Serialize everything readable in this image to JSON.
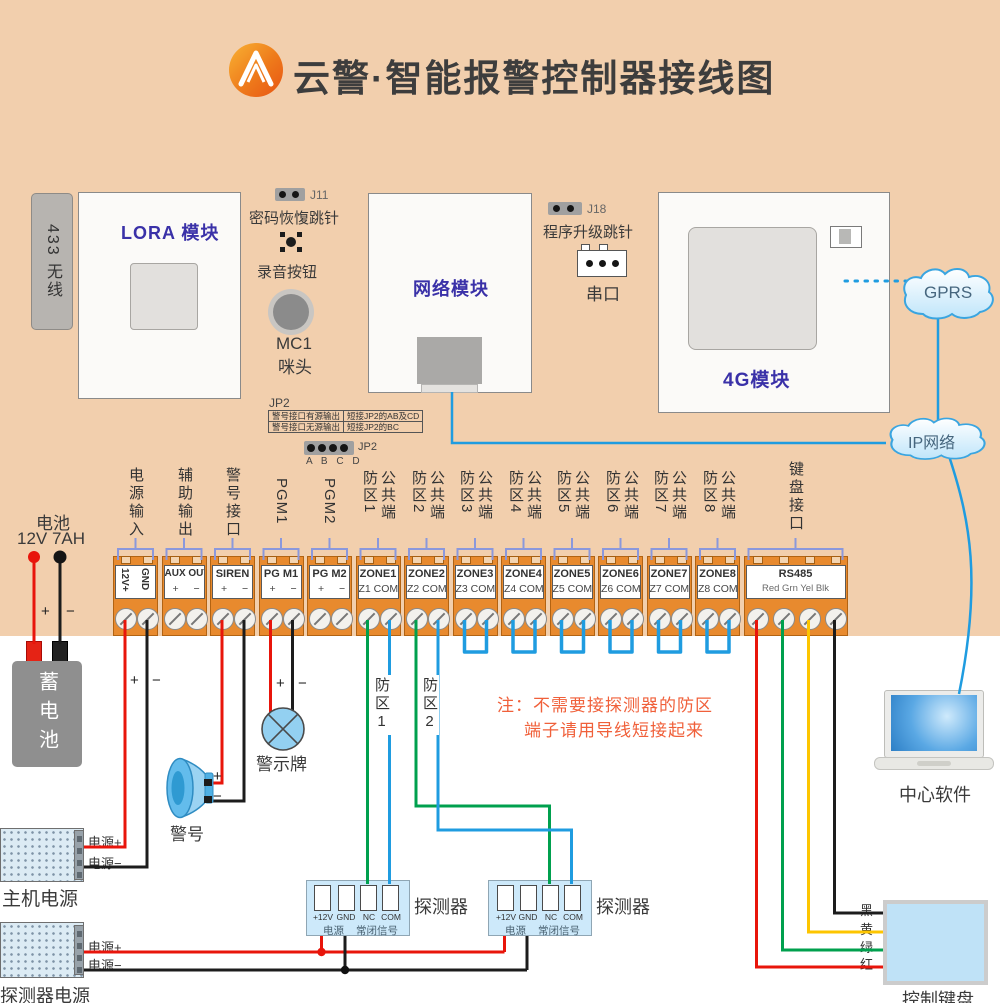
{
  "title": "云警·智能报警控制器接线图",
  "signs": {
    "plus": "+",
    "minus": "−"
  },
  "left_panel": {
    "radio": "433 无线",
    "lora": "LORA 模块"
  },
  "top_small": {
    "j11": "J11",
    "pwd_jumper": "密码恢愎跳针",
    "record_btn": "录音按钮",
    "mic1": "MC1",
    "mic2": "咪头",
    "j18": "J18",
    "upgrade_jumper": "程序升级跳针",
    "serial": "串口"
  },
  "network_module": "网络模块",
  "g4_module": "4G模块",
  "clouds": {
    "gprs": "GPRS",
    "ip": "IP网络"
  },
  "jp2": {
    "title": "JP2",
    "rows": [
      [
        "警号接口有源输出",
        "短接JP2的AB及CD"
      ],
      [
        "警号接口无源输出",
        "短接JP2的BC"
      ]
    ],
    "jumper": "JP2",
    "pins": "A B C D"
  },
  "headers": [
    {
      "text": "电源输入"
    },
    {
      "text": "辅助输出"
    },
    {
      "text": "警号接口"
    },
    {
      "text": "PGM1"
    },
    {
      "text": "PGM2"
    },
    {
      "left": "防区1",
      "right": "公共端"
    },
    {
      "left": "防区2",
      "right": "公共端"
    },
    {
      "left": "防区3",
      "right": "公共端"
    },
    {
      "left": "防区4",
      "right": "公共端"
    },
    {
      "left": "防区5",
      "right": "公共端"
    },
    {
      "left": "防区6",
      "right": "公共端"
    },
    {
      "left": "防区7",
      "right": "公共端"
    },
    {
      "left": "防区8",
      "right": "公共端"
    },
    {
      "text": "键盘接口"
    }
  ],
  "blocks": [
    {
      "line1": "12V+",
      "line2": "GND"
    },
    {
      "line1": "AUX OUT"
    },
    {
      "line1": "SIREN"
    },
    {
      "line1": "PG M1"
    },
    {
      "line1": "PG M2"
    },
    {
      "line1": "ZONE1",
      "line2": "Z1 COM"
    },
    {
      "line1": "ZONE2",
      "line2": "Z2 COM"
    },
    {
      "line1": "ZONE3",
      "line2": "Z3 COM"
    },
    {
      "line1": "ZONE4",
      "line2": "Z4 COM"
    },
    {
      "line1": "ZONE5",
      "line2": "Z5 COM"
    },
    {
      "line1": "ZONE6",
      "line2": "Z6 COM"
    },
    {
      "line1": "ZONE7",
      "line2": "Z7 COM"
    },
    {
      "line1": "ZONE8",
      "line2": "Z8 COM"
    },
    {
      "line1": "RS485",
      "line2": "Red Grn Yel Blk"
    }
  ],
  "battery": {
    "title1": "电池",
    "title2": "12V 7AH",
    "cell": "蓄电池"
  },
  "devices": {
    "siren": "警号",
    "lamp": "警示牌",
    "detector": "探测器",
    "computer": "中心软件",
    "keyboard": "控制键盘"
  },
  "zone_tags": [
    "防区1",
    "防区2"
  ],
  "note": {
    "line1": "注：不需要接探测器的防区",
    "line2": "端子请用导线短接起来"
  },
  "detector_pins": {
    "p1": "+12V",
    "p2": "GND",
    "p3": "NC",
    "p4": "COM",
    "power": "电源",
    "nc_signal": "常闭信号"
  },
  "supplies": {
    "host": "主机电源",
    "detector": "探测器电源",
    "vplus": "电源+",
    "vminus": "电源−"
  },
  "kb_wires": {
    "black": "黑",
    "yellow": "黄",
    "green": "绿",
    "red": "红"
  },
  "wire_colors": {
    "red": "#e8150b",
    "black": "#1c1c1c",
    "green": "#00a04e",
    "blue": "#1f9ce0",
    "yellow": "#fdc500",
    "bracket": "#8b98dc"
  }
}
